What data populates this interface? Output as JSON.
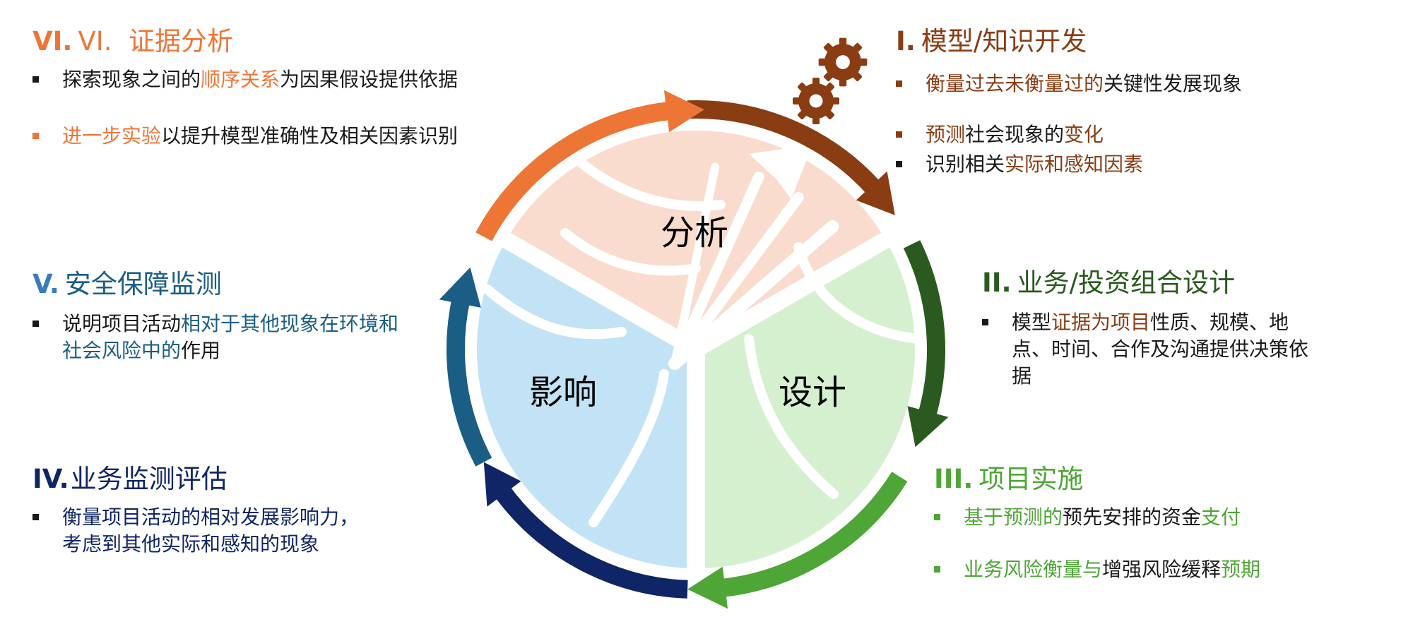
{
  "colors": {
    "analysis_fill": "#f9dccd",
    "design_fill": "#d5f0cf",
    "impact_fill": "#c2e3f5",
    "arc_1": "#8a3d13",
    "arc_2": "#2a5a1f",
    "arc_3": "#4ea636",
    "arc_4": "#0f2566",
    "arc_5": "#1a5e86",
    "arc_6": "#ed7636",
    "gear": "#8a3d13",
    "text_dark": "#1a1a1a"
  },
  "segments": {
    "analysis": "分析",
    "design": "设计",
    "impact": "影响"
  },
  "sections": {
    "s1": {
      "num": "I.",
      "title": "模型/知识开发",
      "bullets": [
        [
          {
            "t": "衡量过去未衡量过的",
            "c": "#8a3d13"
          },
          {
            "t": "关键性发展现象",
            "c": "#1a1a1a"
          }
        ],
        [
          {
            "t": "预测",
            "c": "#8a3d13"
          },
          {
            "t": "社会现象的",
            "c": "#1a1a1a"
          },
          {
            "t": "变化",
            "c": "#8a3d13"
          }
        ],
        [
          {
            "t": "识别相关",
            "c": "#1a1a1a"
          },
          {
            "t": "实际和感知因素",
            "c": "#8a3d13"
          }
        ]
      ]
    },
    "s2": {
      "num": "II.",
      "title": "业务/投资组合设计",
      "bullets": [
        [
          {
            "t": "模型",
            "c": "#1a1a1a"
          },
          {
            "t": "证据为项目",
            "c": "#8a3d13"
          },
          {
            "t": "性质、规模、地点、时间、合作及沟通提供决策依据",
            "c": "#1a1a1a"
          }
        ]
      ]
    },
    "s3": {
      "num": "III.",
      "title": "项目实施",
      "bullets": [
        [
          {
            "t": "基于预测的",
            "c": "#4ea636"
          },
          {
            "t": "预先安排的资金",
            "c": "#1a1a1a"
          },
          {
            "t": "支付",
            "c": "#4ea636"
          }
        ],
        [
          {
            "t": "业务风险衡量与",
            "c": "#4ea636"
          },
          {
            "t": "增强风险缓释",
            "c": "#1a1a1a"
          },
          {
            "t": "预期",
            "c": "#4ea636"
          }
        ]
      ]
    },
    "s4": {
      "num": "IV.",
      "title": "业务监测评估",
      "bullets": [
        [
          {
            "t": "衡量项目活动的相对发展影响力，考虑到其他实际和感知的现象",
            "c": "#0f2566"
          }
        ]
      ]
    },
    "s5": {
      "num": "V.",
      "title": "安全保障监测",
      "bullets": [
        [
          {
            "t": "说明项目活动",
            "c": "#1a1a1a"
          },
          {
            "t": "相对于其他现象在环境和社会风险中的",
            "c": "#1a5e86"
          },
          {
            "t": "作用",
            "c": "#1a1a1a"
          }
        ]
      ]
    },
    "s6": {
      "num": "VI.",
      "title": "VI.  证据分析",
      "bullets": [
        [
          {
            "t": "探索现象之间的",
            "c": "#1a1a1a"
          },
          {
            "t": "顺序关系",
            "c": "#ed7636"
          },
          {
            "t": "为因果假设提供依据",
            "c": "#1a1a1a"
          }
        ],
        [
          {
            "t": "进一步实验",
            "c": "#ed7636"
          },
          {
            "t": "以提升模型准确性及相关因素识别",
            "c": "#1a1a1a"
          }
        ]
      ]
    }
  }
}
